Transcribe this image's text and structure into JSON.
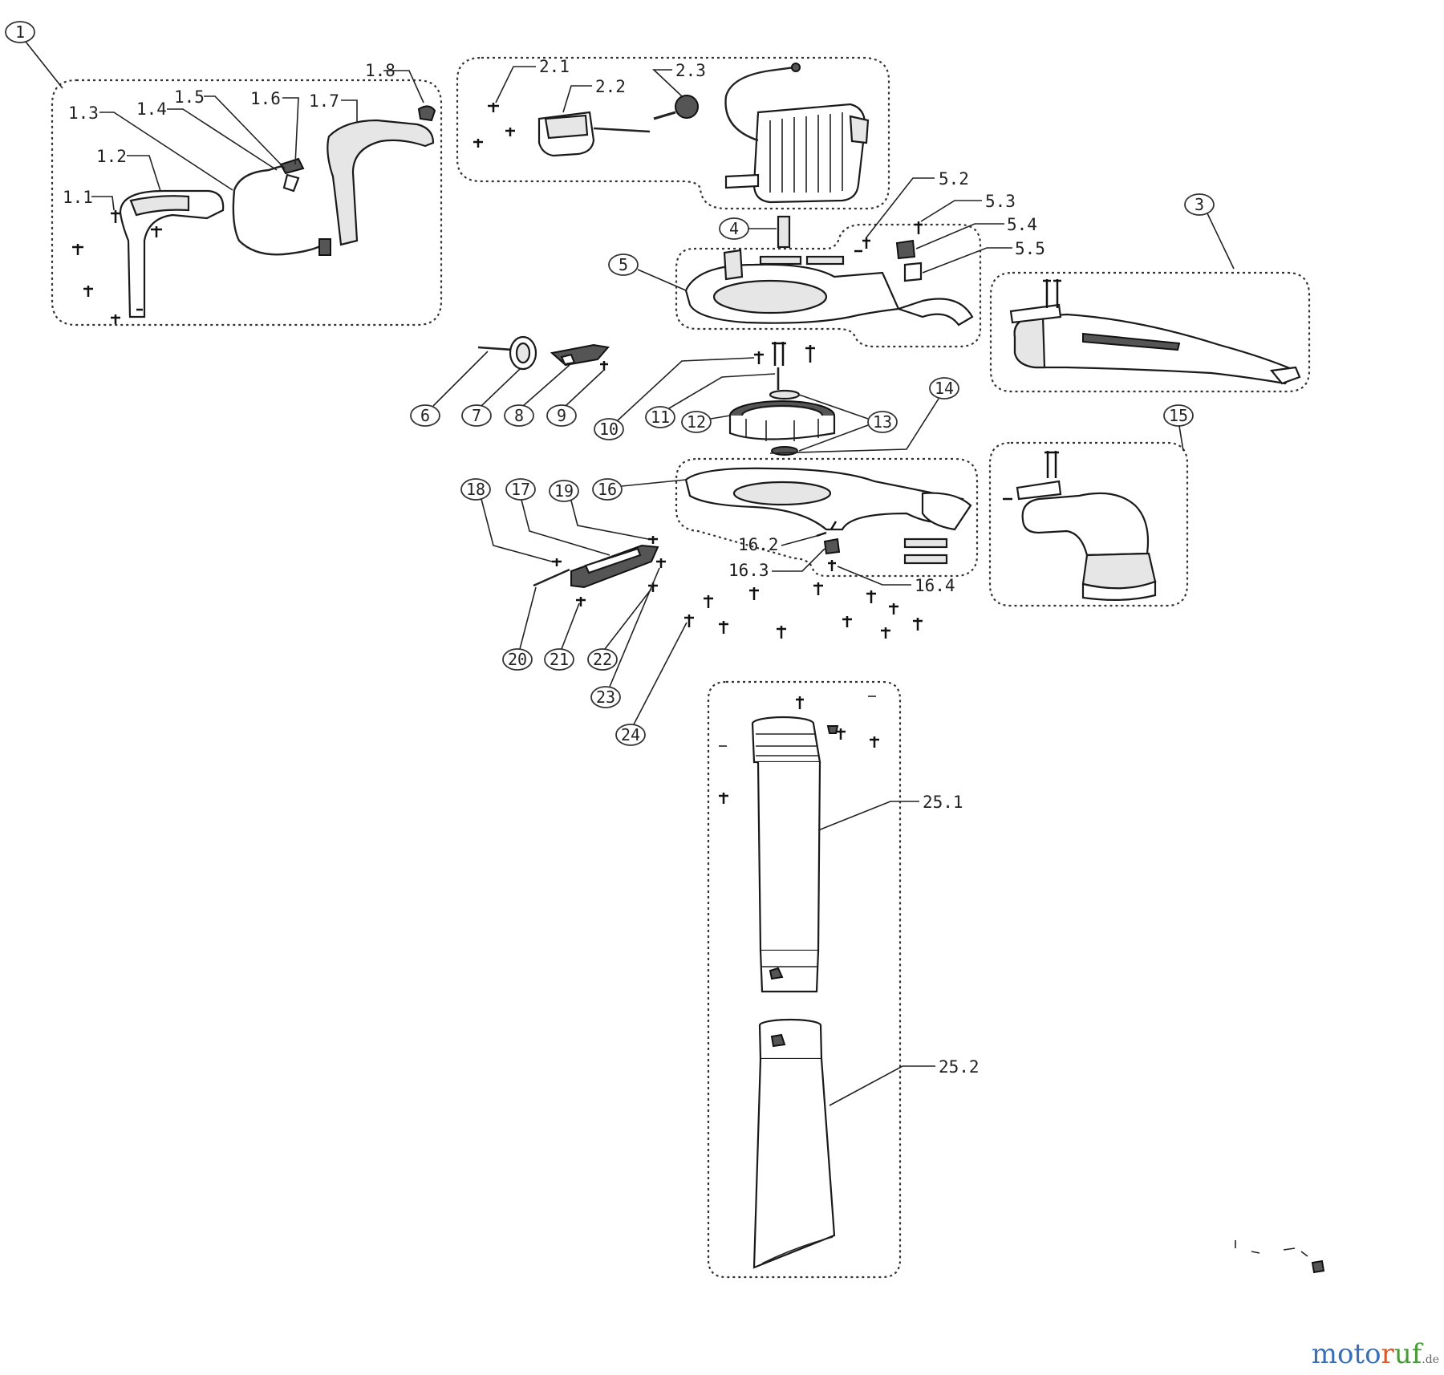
{
  "diagram": {
    "kind": "exploded parts diagram",
    "circled_labels": [
      "1",
      "3",
      "4",
      "5",
      "6",
      "7",
      "8",
      "9",
      "10",
      "11",
      "12",
      "13",
      "14",
      "15",
      "16",
      "17",
      "18",
      "19",
      "20",
      "21",
      "22",
      "23",
      "24"
    ],
    "labels": [
      "1.1",
      "1.2",
      "1.3",
      "1.4",
      "1.5",
      "1.6",
      "1.7",
      "1.8",
      "2.1",
      "2.2",
      "2.3",
      "5.2",
      "5.3",
      "5.4",
      "5.5",
      "16.2",
      "16.3",
      "16.4",
      "25.1",
      "25.2"
    ]
  },
  "watermark": {
    "part1": "moto",
    "part2": "r",
    "part3": "uf",
    "suffix": ".de"
  },
  "colors": {
    "line": "#1a1a1a",
    "dash": "#333333",
    "brand_blue": "#3a6fb5",
    "brand_orange": "#d85a2a",
    "brand_green": "#4a9a3a"
  }
}
